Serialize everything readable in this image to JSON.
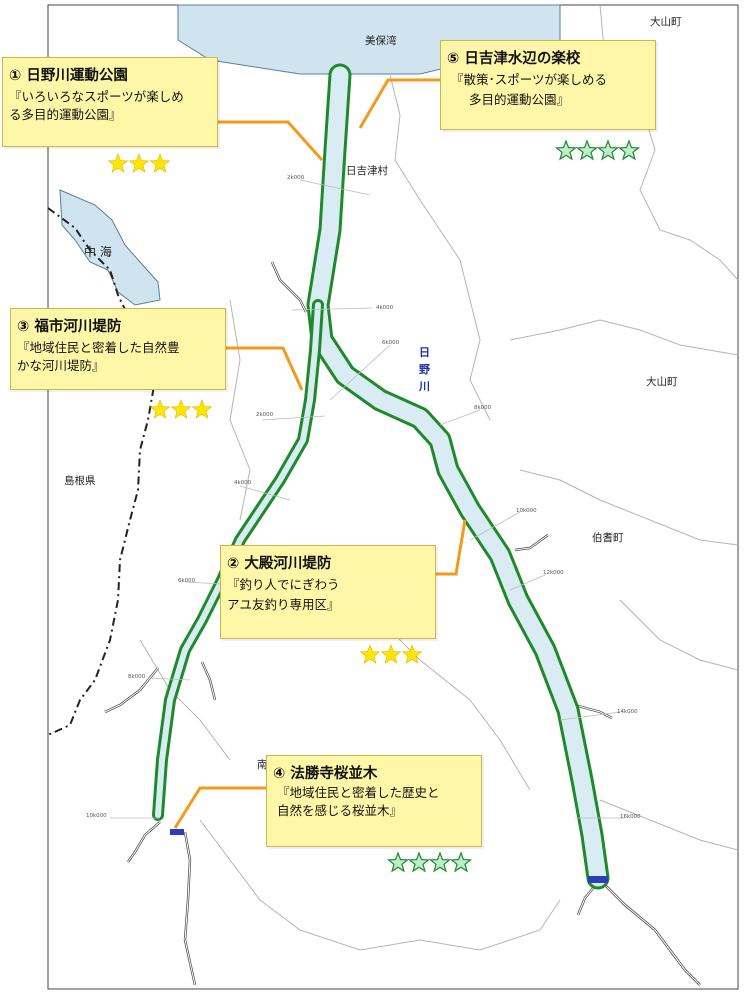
{
  "map": {
    "labels": {
      "bay": "美保湾",
      "hiezu_village": "日吉津村",
      "lake": "中 海",
      "shimane": "島根県",
      "daisen_top": "大山町",
      "daisen": "大山町",
      "houki": "伯耆町",
      "nan": "南",
      "river_1": "日",
      "river_2": "野",
      "river_3": "川"
    },
    "km_marks": [
      "2k000",
      "4k000",
      "6k000",
      "8k000",
      "2k000",
      "4k000",
      "6k000",
      "8k000",
      "10k000",
      "10k000",
      "12k000",
      "14k000",
      "16k000"
    ]
  },
  "callouts": [
    {
      "title": "① 日野川運動公園",
      "desc_1": "『いろいろなスポーツが楽しめ",
      "desc_2": "る多目的運動公園』",
      "stars": 3,
      "star_style": "yellow"
    },
    {
      "title": "⑤ 日吉津水辺の楽校",
      "desc_1": "『散策･スポーツが楽しめる",
      "desc_2": "多目的運動公園』",
      "stars": 4,
      "star_style": "green"
    },
    {
      "title": "③ 福市河川堤防",
      "desc_1": "『地域住民と密着した自然豊",
      "desc_2": "かな河川堤防』",
      "stars": 3,
      "star_style": "yellow"
    },
    {
      "title": "② 大殿河川堤防",
      "desc_1": "『釣り人でにぎわう",
      "desc_2": "アユ友釣り専用区』",
      "stars": 3,
      "star_style": "yellow"
    },
    {
      "title": "④ 法勝寺桜並木",
      "desc_1": "『地域住民と密着した歴史と",
      "desc_2": "自然を感じる桜並木』",
      "stars": 4,
      "star_style": "green"
    }
  ],
  "colors": {
    "river_fill": "#d9ecf4",
    "river_bank": "#1e8a2c",
    "sea": "#cfe4ef",
    "callout_bg": "#fff7a8",
    "leader": "#f39a1e",
    "star_yellow": "#ffe600",
    "star_green": "#bfeccc"
  }
}
